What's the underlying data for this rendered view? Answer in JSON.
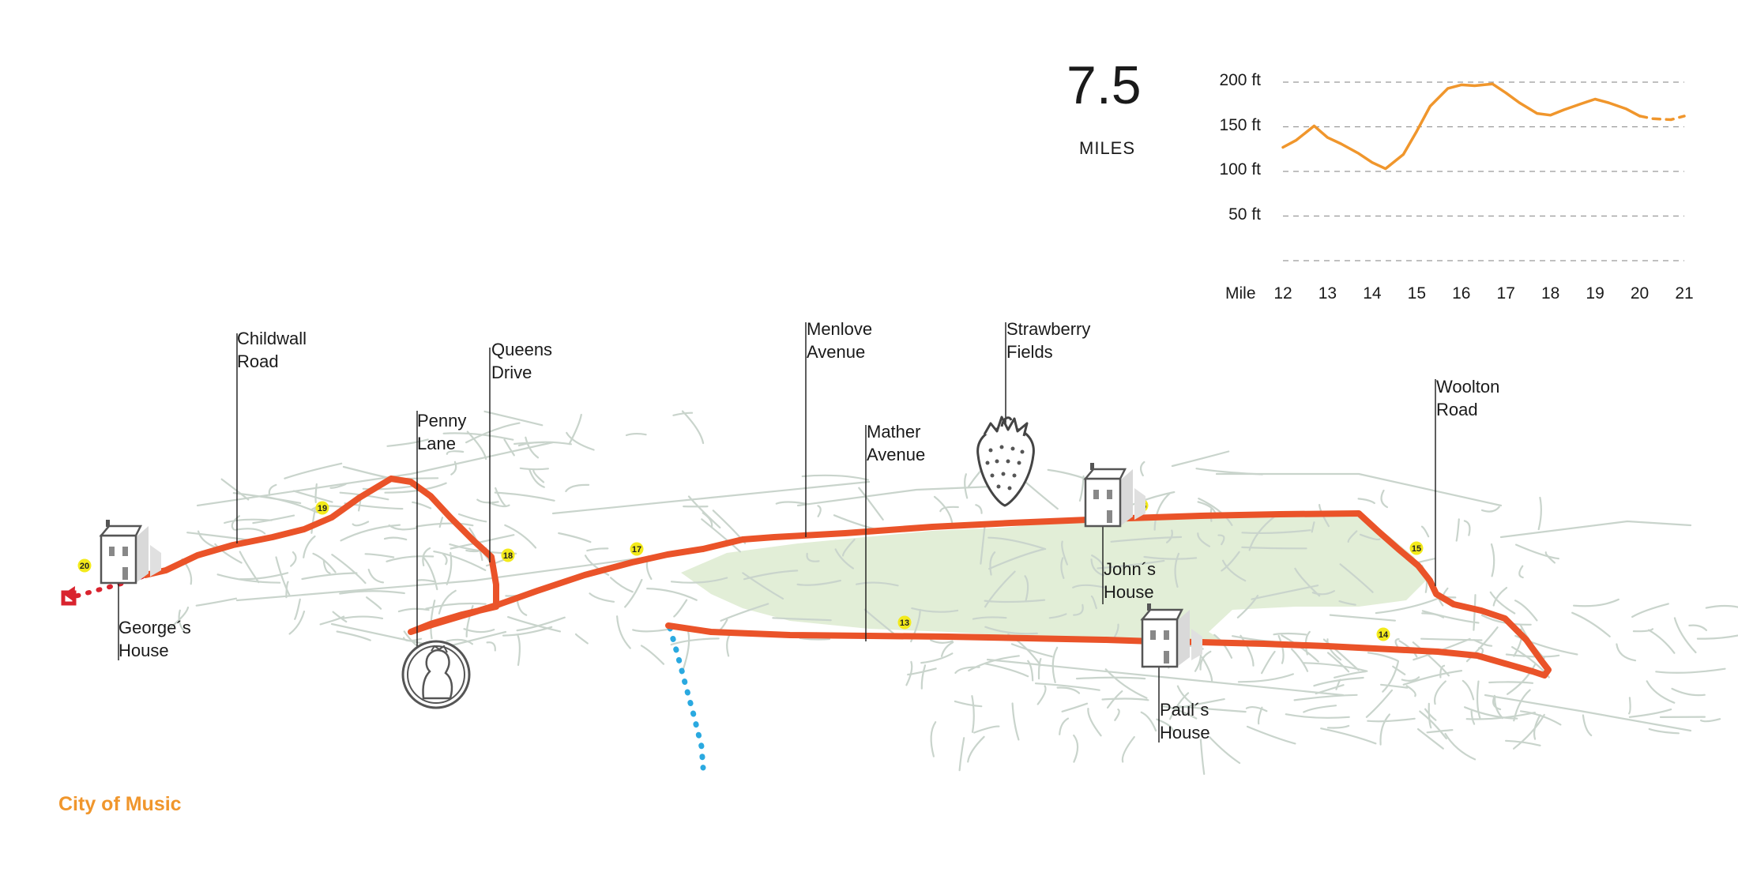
{
  "distance": {
    "value": "7.5",
    "unit": "MILES"
  },
  "footer": "City of Music",
  "colors": {
    "route": "#ea5329",
    "elevation": "#f0962c",
    "streets": "#c9d4cc",
    "park": "#e2eed7",
    "marker": "#f3ea1b",
    "footer": "#f0962c",
    "blue_trail": "#2aa9e0",
    "red_trail": "#d9232e"
  },
  "labels": {
    "childwall": [
      "Childwall",
      "Road"
    ],
    "penny": [
      "Penny",
      "Lane"
    ],
    "queens": [
      "Queens",
      "Drive"
    ],
    "menlove": [
      "Menlove",
      "Avenue"
    ],
    "mather": [
      "Mather",
      "Avenue"
    ],
    "strawberry": [
      "Strawberry",
      "Fields"
    ],
    "woolton": [
      "Woolton",
      "Road"
    ],
    "george": [
      "George´s",
      "House"
    ],
    "john": [
      "John´s",
      "House"
    ],
    "paul": [
      "Paul´s",
      "House"
    ]
  },
  "mile_markers": [
    "20",
    "19",
    "18",
    "17",
    "16",
    "15",
    "14",
    "13"
  ],
  "icons": [
    "house-icon",
    "strawberry-icon",
    "coin-icon"
  ],
  "chart_data": {
    "type": "line",
    "title": "",
    "xlabel": "Mile",
    "ylabel": "",
    "x_ticks": [
      "12",
      "13",
      "14",
      "15",
      "16",
      "17",
      "18",
      "19",
      "20",
      "21"
    ],
    "y_ticks": [
      "50 ft",
      "100 ft",
      "150 ft",
      "200 ft"
    ],
    "xlim": [
      12,
      21
    ],
    "ylim": [
      0,
      200
    ],
    "grid": true,
    "series": [
      {
        "x": [
          12.0,
          12.3,
          12.7,
          13.0,
          13.3,
          13.7,
          14.0,
          14.3,
          14.7,
          15.0,
          15.3,
          15.7,
          16.0,
          16.3,
          16.7,
          17.0,
          17.3,
          17.7,
          18.0,
          18.3,
          18.7,
          19.0,
          19.3,
          19.7,
          20.0
        ],
        "y": [
          127,
          135,
          151,
          138,
          131,
          120,
          110,
          103,
          119,
          145,
          173,
          193,
          197,
          196,
          198,
          188,
          177,
          165,
          163,
          169,
          176,
          181,
          177,
          170,
          162
        ],
        "style": "solid"
      },
      {
        "x": [
          20.0,
          20.3,
          20.7,
          21.0
        ],
        "y": [
          162,
          159,
          158,
          162
        ],
        "style": "dashed"
      }
    ]
  }
}
